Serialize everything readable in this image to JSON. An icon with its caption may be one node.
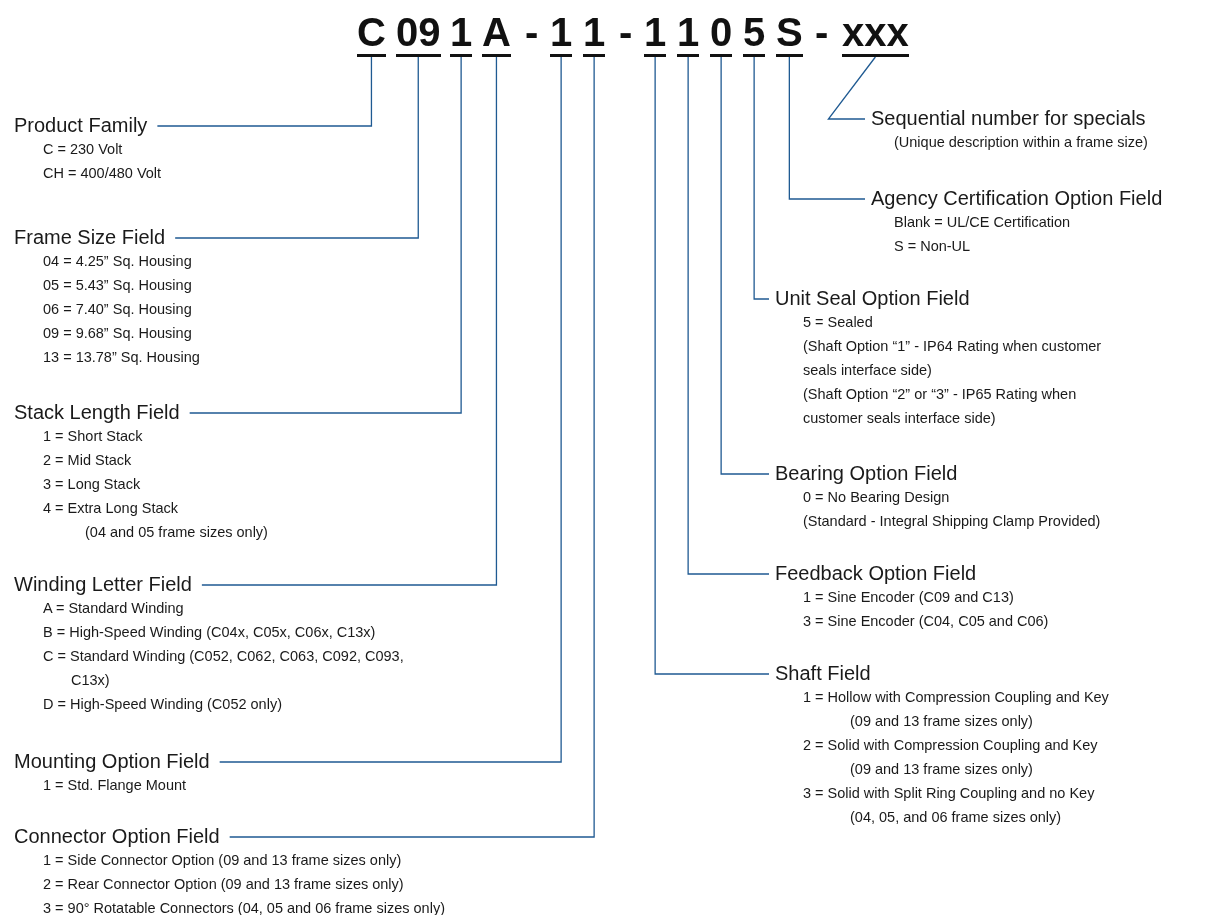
{
  "diagram": {
    "nodes": [
      {
        "text": [
          "C"
        ]
      },
      {
        "text": [
          "09"
        ]
      },
      {
        "text": [
          "1"
        ]
      },
      {
        "text": [
          "A"
        ]
      },
      {
        "text": [
          "1"
        ]
      },
      {
        "text": [
          "1"
        ]
      },
      {
        "text": [
          "1"
        ]
      },
      {
        "text": [
          "1"
        ]
      },
      {
        "text": [
          "0"
        ]
      },
      {
        "text": [
          "5"
        ]
      },
      {
        "text": [
          "S"
        ]
      },
      {
        "text": [
          "xxx"
        ]
      },
      {
        "text": [
          "Product Family",
          "C = 230 Volt",
          "CH = 400/480 Volt"
        ]
      },
      {
        "text": [
          "Frame Size Field",
          "04 = 4.25” Sq. Housing",
          "05 = 5.43” Sq. Housing",
          "06 = 7.40” Sq. Housing",
          "09 = 9.68” Sq. Housing",
          "13 = 13.78” Sq. Housing"
        ]
      },
      {
        "text": [
          "Stack Length Field",
          "1 = Short Stack",
          "2 = Mid Stack",
          "3 = Long Stack",
          "4 = Extra Long Stack",
          "(04 and 05 frame sizes only)"
        ]
      },
      {
        "text": [
          "Winding Letter Field",
          "A = Standard Winding",
          "B = High-Speed Winding (C04x, C05x, C06x, C13x)",
          "C = Standard Winding (C052, C062, C063, C092, C093, C13x)",
          "D = High-Speed Winding (C052 only)"
        ]
      },
      {
        "text": [
          "Mounting Option Field",
          "1 = Std. Flange Mount"
        ]
      },
      {
        "text": [
          "Connector Option Field",
          "1 = Side Connector Option (09 and 13 frame sizes only)",
          "2 = Rear Connector Option (09 and 13 frame sizes only)",
          "3 = 90° Rotatable Connectors (04, 05 and 06 frame sizes only)"
        ]
      },
      {
        "text": [
          "Sequential number for specials",
          "(Unique description within a frame size)"
        ]
      },
      {
        "text": [
          "Agency Certification Option Field",
          "Blank = UL/CE Certification",
          "S = Non-UL"
        ]
      },
      {
        "text": [
          "Unit Seal Option Field",
          "5 = Sealed",
          "(Shaft Option “1” - IP64 Rating when customer seals interface side)",
          "(Shaft Option “2” or “3” - IP65 Rating when customer seals interface side)"
        ]
      },
      {
        "text": [
          "Bearing Option Field",
          "0 = No Bearing Design",
          "(Standard - Integral Shipping Clamp Provided)"
        ]
      },
      {
        "text": [
          "Feedback Option Field",
          "1 = Sine Encoder (C09 and C13)",
          "3 = Sine Encoder (C04, C05 and C06)"
        ]
      },
      {
        "text": [
          "Shaft Field",
          "1 = Hollow with Compression Coupling and Key",
          "(09 and 13 frame sizes only)",
          "2 = Solid with Compression Coupling and Key",
          "(09 and 13 frame sizes only)",
          "3 = Solid with Split Ring Coupling and no Key",
          "(04, 05, and 06 frame sizes only)"
        ]
      }
    ],
    "edges": [
      {
        "from": 12,
        "to": 0,
        "arrow": "none"
      },
      {
        "from": 13,
        "to": 1,
        "arrow": "none"
      },
      {
        "from": 14,
        "to": 2,
        "arrow": "none"
      },
      {
        "from": 15,
        "to": 3,
        "arrow": "none"
      },
      {
        "from": 16,
        "to": 4,
        "arrow": "none"
      },
      {
        "from": 17,
        "to": 5,
        "arrow": "none"
      },
      {
        "from": 18,
        "to": 11,
        "arrow": "none"
      },
      {
        "from": 19,
        "to": 10,
        "arrow": "none"
      },
      {
        "from": 20,
        "to": 9,
        "arrow": "none"
      },
      {
        "from": 21,
        "to": 8,
        "arrow": "none"
      },
      {
        "from": 22,
        "to": 7,
        "arrow": "none"
      },
      {
        "from": 23,
        "to": 6,
        "arrow": "none"
      }
    ],
    "labels": [
      "-",
      "-",
      "-"
    ]
  }
}
